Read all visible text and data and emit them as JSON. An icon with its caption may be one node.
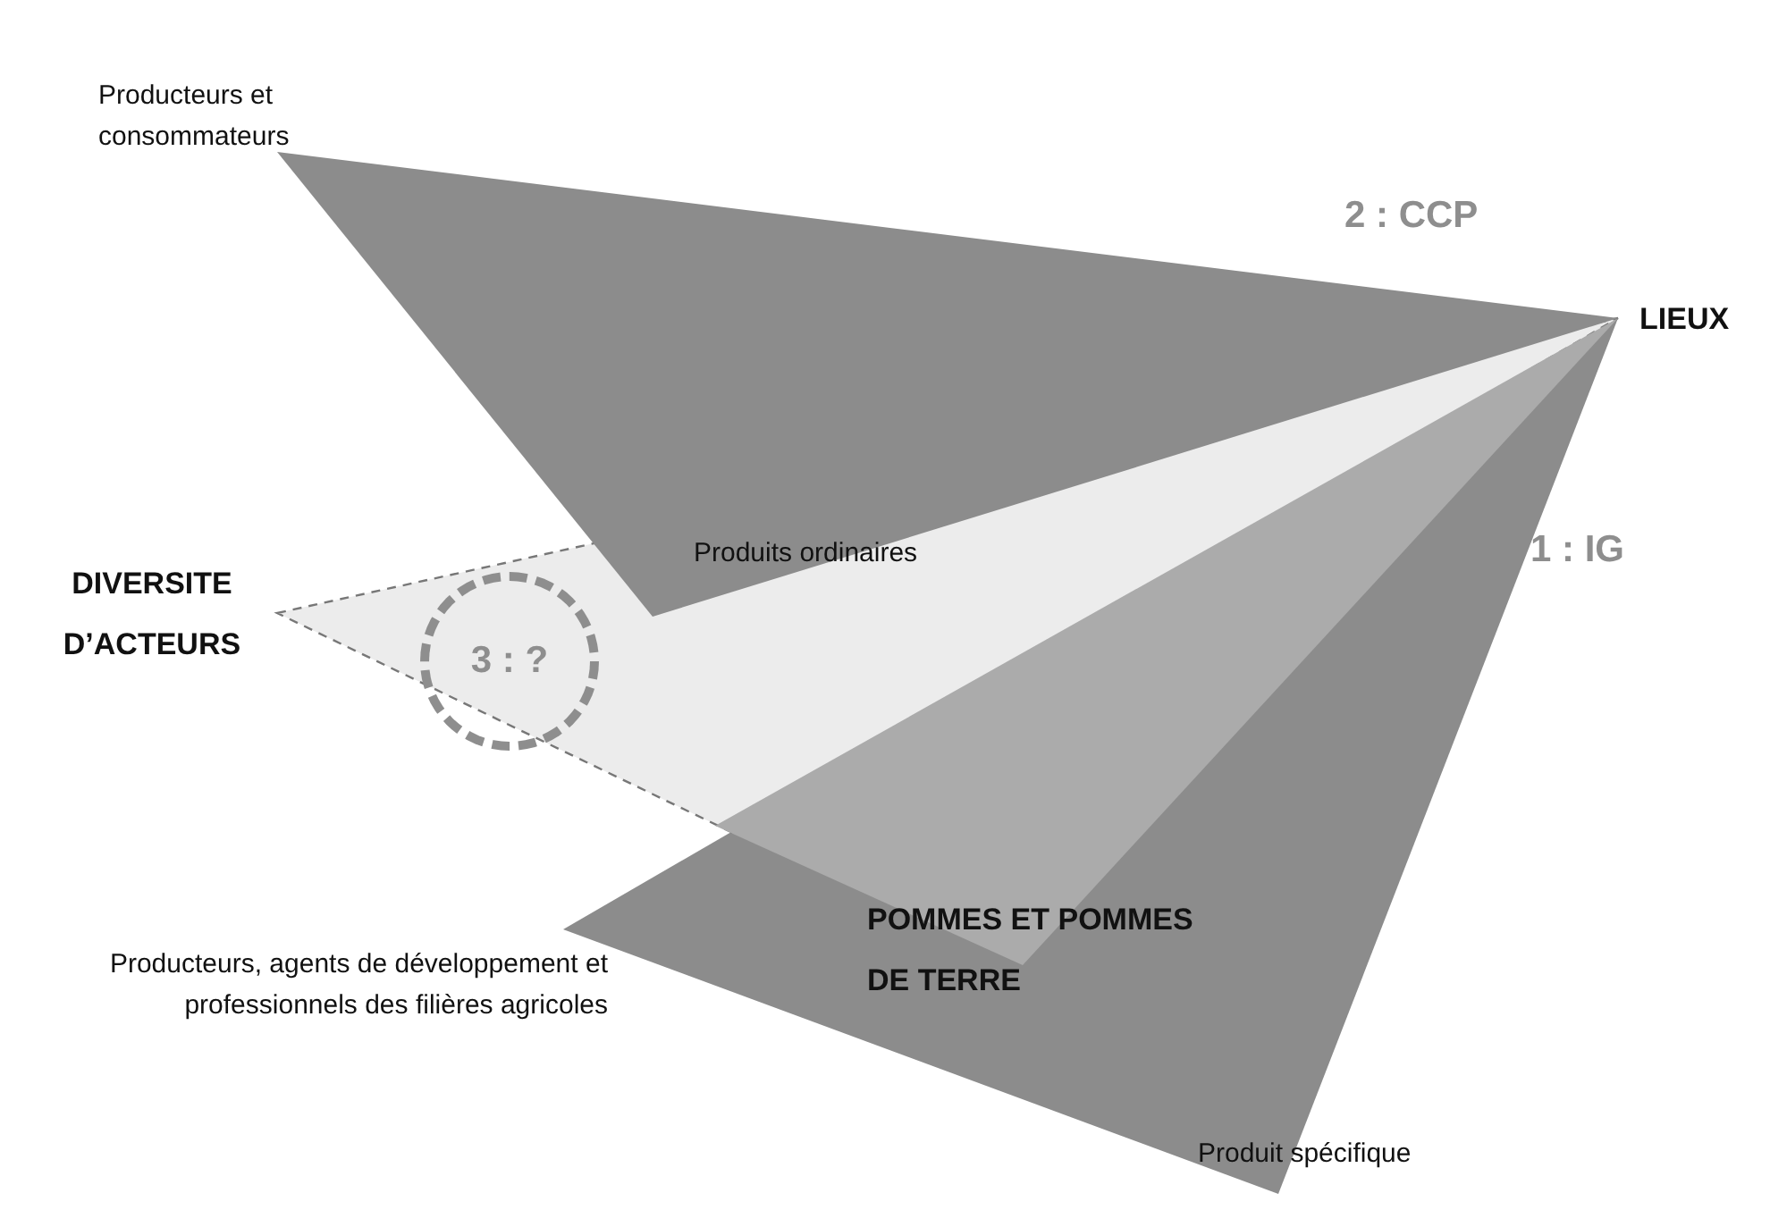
{
  "diagram": {
    "nodes": [
      {
        "text": [
          "3 : ?"
        ]
      }
    ],
    "labels": [
      "Producteurs et consommateurs",
      "2 : CCP",
      "LIEUX",
      "Produits ordinaires",
      "DIVERSITE D’ACTEURS",
      "1 : IG",
      "POMMES ET POMMES DE TERRE",
      "Producteurs, agents de développement et professionnels des filières agricoles",
      "Produit spécifique"
    ]
  }
}
